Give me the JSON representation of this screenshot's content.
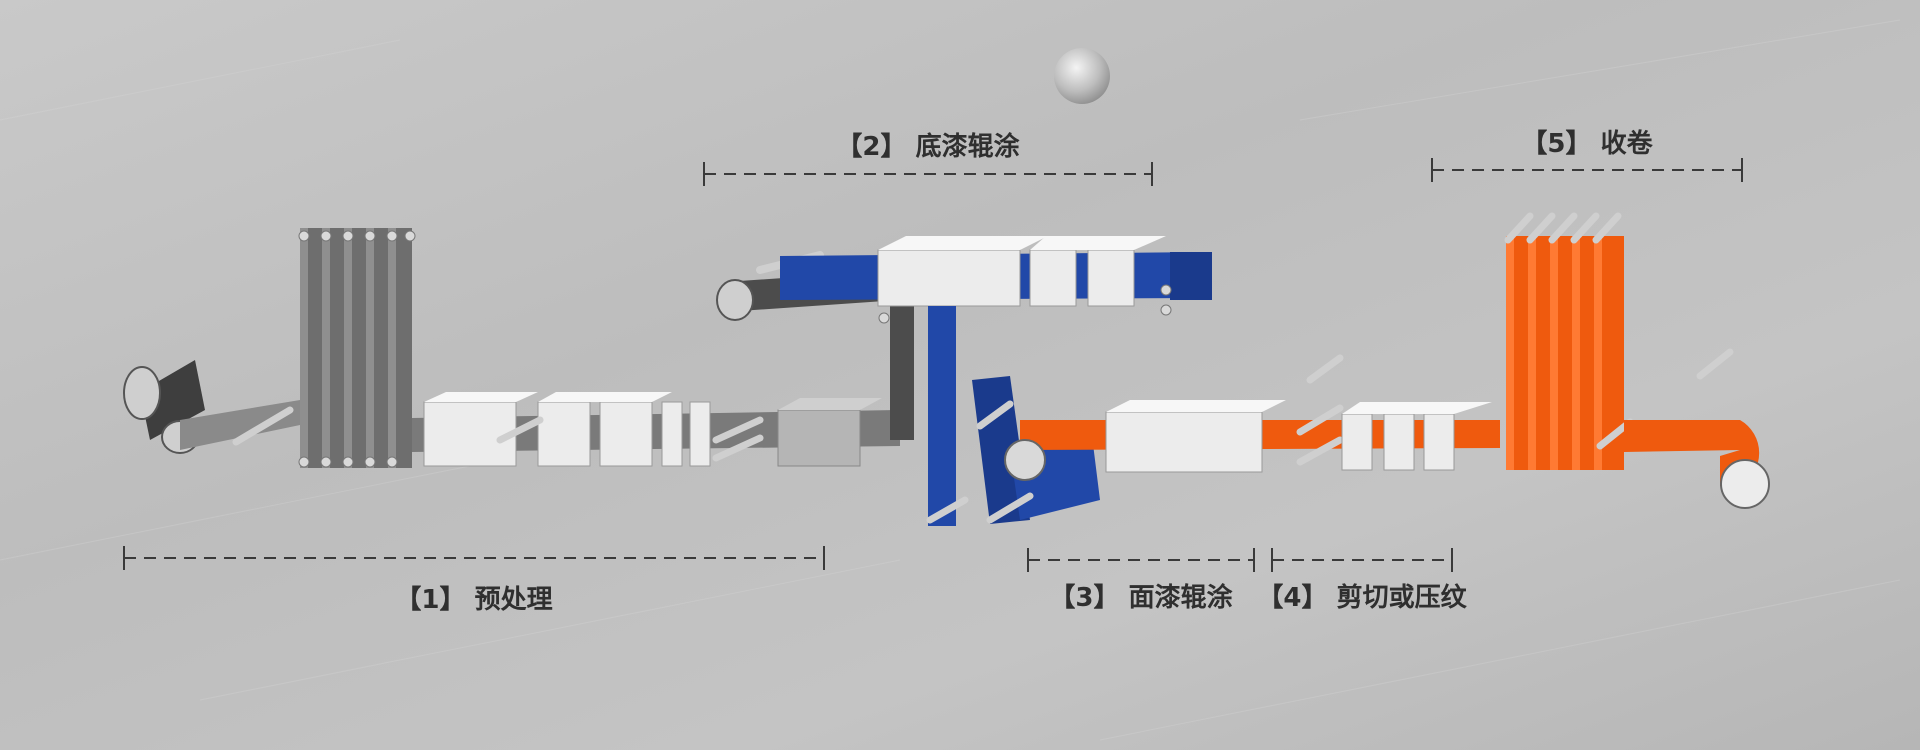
{
  "stages": [
    {
      "label": "【1】 预处理"
    },
    {
      "label": "【2】 底漆辊涂"
    },
    {
      "label": "【3】 面漆辊涂"
    },
    {
      "label": "【4】 剪切或压纹"
    },
    {
      "label": "【5】 收卷"
    }
  ],
  "colors": {
    "background": "#c4c4c4",
    "pretreatment_strip": "#6e6e6e",
    "primer_strip": "#2148a8",
    "topcoat_strip": "#ef5a0e",
    "machine_box": "#ececec",
    "dashed_line": "#3a3a3a"
  }
}
